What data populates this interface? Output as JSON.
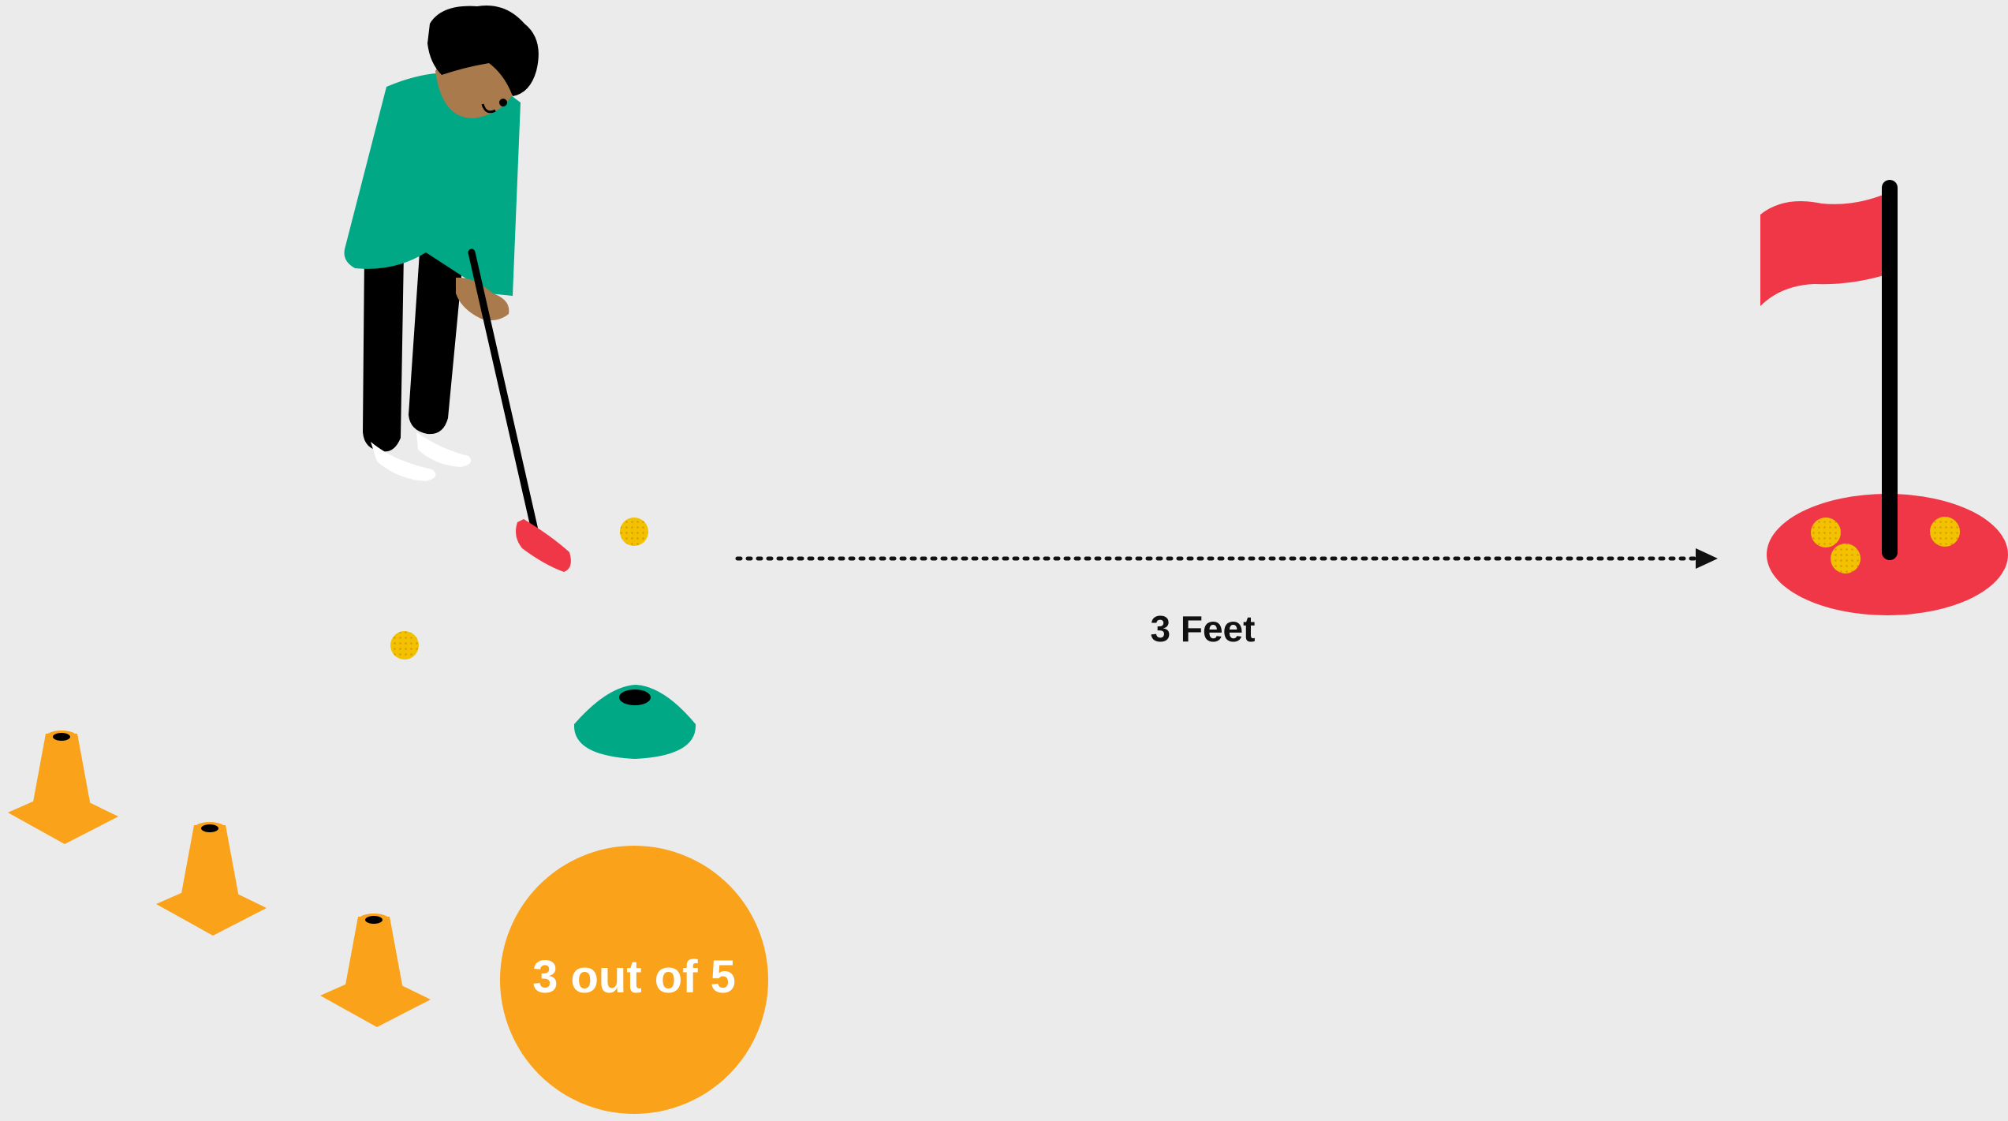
{
  "drill": {
    "distance_label": "3 Feet",
    "score_label": "3 out of 5"
  },
  "colors": {
    "background": "#ebebeb",
    "shirt": "#00a886",
    "skin": "#a87a4c",
    "hair": "#000000",
    "pants": "#000000",
    "putter_head": "#f03747",
    "ball": "#f2c200",
    "flag": "#f03747",
    "hole_area": "#f03747",
    "cone": "#f9a21a",
    "disc_cone": "#00a886",
    "score_circle": "#f9a21a",
    "arrow": "#111111"
  },
  "icons": [
    "golfer-figure",
    "putter",
    "golf-ball",
    "flagstick",
    "traffic-cone",
    "disc-cone",
    "dotted-arrow"
  ]
}
